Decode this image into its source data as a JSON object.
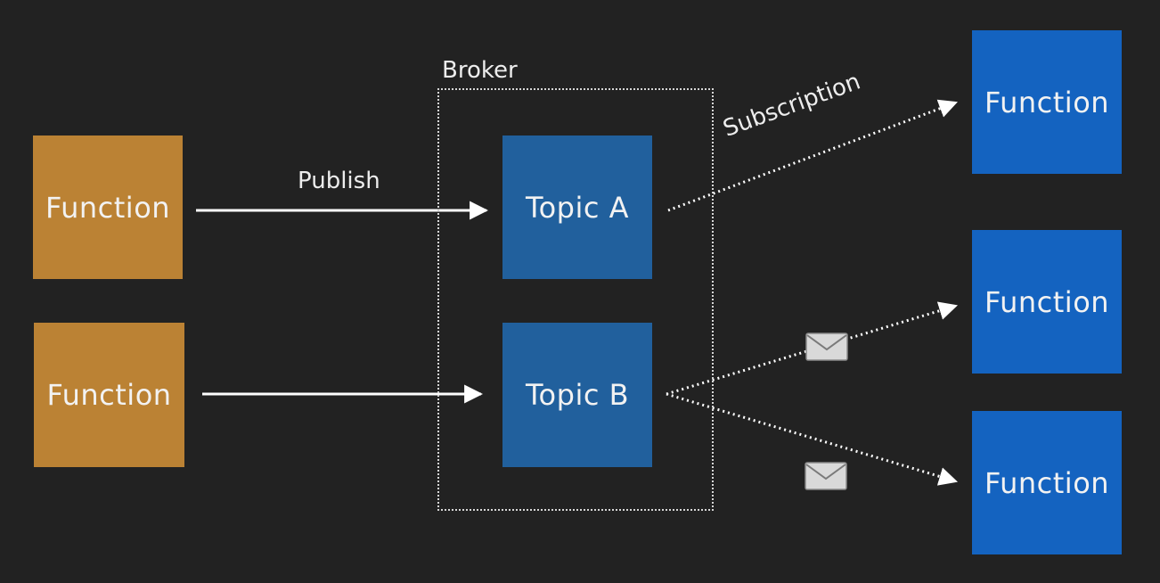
{
  "broker": {
    "label": "Broker"
  },
  "publishers": [
    {
      "label": "Function"
    },
    {
      "label": "Function"
    }
  ],
  "topics": [
    {
      "label": "Topic A"
    },
    {
      "label": "Topic B"
    }
  ],
  "subscribers": [
    {
      "label": "Function"
    },
    {
      "label": "Function"
    },
    {
      "label": "Function"
    }
  ],
  "edges": {
    "publish_label": "Publish",
    "subscription_label": "Subscription"
  },
  "icons": {
    "message": "envelope-icon"
  },
  "colors": {
    "background": "#222222",
    "publisher": "#bb8234",
    "topic": "#21609d",
    "subscriber": "#1463c0",
    "text": "#f2f2f2",
    "line": "#ffffff"
  }
}
